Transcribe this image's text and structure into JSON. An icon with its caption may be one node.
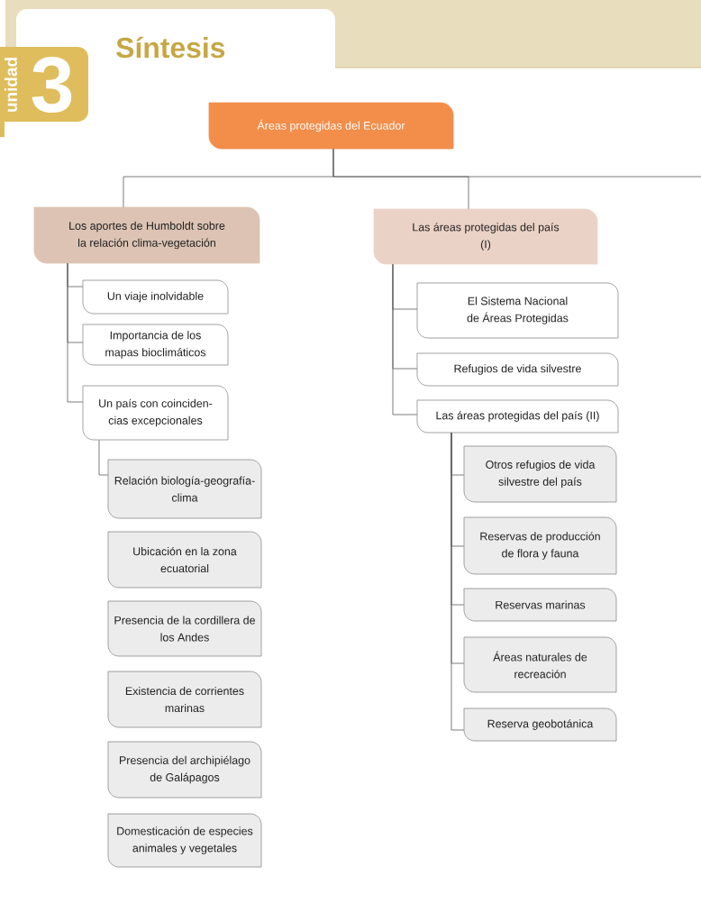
{
  "diagram": {
    "title": "Síntesis",
    "nodes": [
      {
        "text": [
          "Áreas protegidas del Ecuador"
        ]
      },
      {
        "text": [
          "Los aportes de Humboldt sobre la relación clima-vegetación"
        ]
      },
      {
        "text": [
          "Un viaje inolvidable"
        ]
      },
      {
        "text": [
          "Importancia de los mapas bioclimáticos"
        ]
      },
      {
        "text": [
          "Un país con coinciden- cias excepcionales"
        ]
      },
      {
        "text": [
          "Relación biología-geografía- clima"
        ]
      },
      {
        "text": [
          "Ubicación en la zona ecuatorial"
        ]
      },
      {
        "text": [
          "Presencia de la cordillera de los Andes"
        ]
      },
      {
        "text": [
          "Existencia de corrientes marinas"
        ]
      },
      {
        "text": [
          "Presencia del archipiélago de Galápagos"
        ]
      },
      {
        "text": [
          "Domesticación de especies animales y vegetales"
        ]
      },
      {
        "text": [
          "Las áreas protegidas del país (I)"
        ]
      },
      {
        "text": [
          "El Sistema Nacional de Áreas Protegidas"
        ]
      },
      {
        "text": [
          "Refugios de vida silvestre"
        ]
      },
      {
        "text": [
          "Las áreas protegidas del país (II)"
        ]
      },
      {
        "text": [
          "Otros refugios de vida silvestre del país"
        ]
      },
      {
        "text": [
          "Reservas de producción de flora y fauna"
        ]
      },
      {
        "text": [
          "Reservas marinas"
        ]
      },
      {
        "text": [
          "Áreas naturales de recreación"
        ]
      },
      {
        "text": [
          "Reserva geobotánica"
        ]
      }
    ],
    "edges": [
      {
        "from": 0,
        "to": 1,
        "arrow": "none"
      },
      {
        "from": 0,
        "to": 11,
        "arrow": "none"
      },
      {
        "from": 0,
        "to": null,
        "arrow": "none"
      },
      {
        "from": 1,
        "to": 2,
        "arrow": "none"
      },
      {
        "from": 1,
        "to": 3,
        "arrow": "none"
      },
      {
        "from": 1,
        "to": 4,
        "arrow": "none"
      },
      {
        "from": 4,
        "to": 5,
        "arrow": "none"
      },
      {
        "from": 11,
        "to": 12,
        "arrow": "none"
      },
      {
        "from": 11,
        "to": 13,
        "arrow": "none"
      },
      {
        "from": 11,
        "to": 14,
        "arrow": "none"
      },
      {
        "from": 14,
        "to": 15,
        "arrow": "none"
      },
      {
        "from": 14,
        "to": 16,
        "arrow": "none"
      },
      {
        "from": 14,
        "to": 17,
        "arrow": "none"
      },
      {
        "from": 14,
        "to": 18,
        "arrow": "none"
      },
      {
        "from": 14,
        "to": 19,
        "arrow": "none"
      }
    ],
    "labels": [
      "unidad",
      "3"
    ]
  }
}
